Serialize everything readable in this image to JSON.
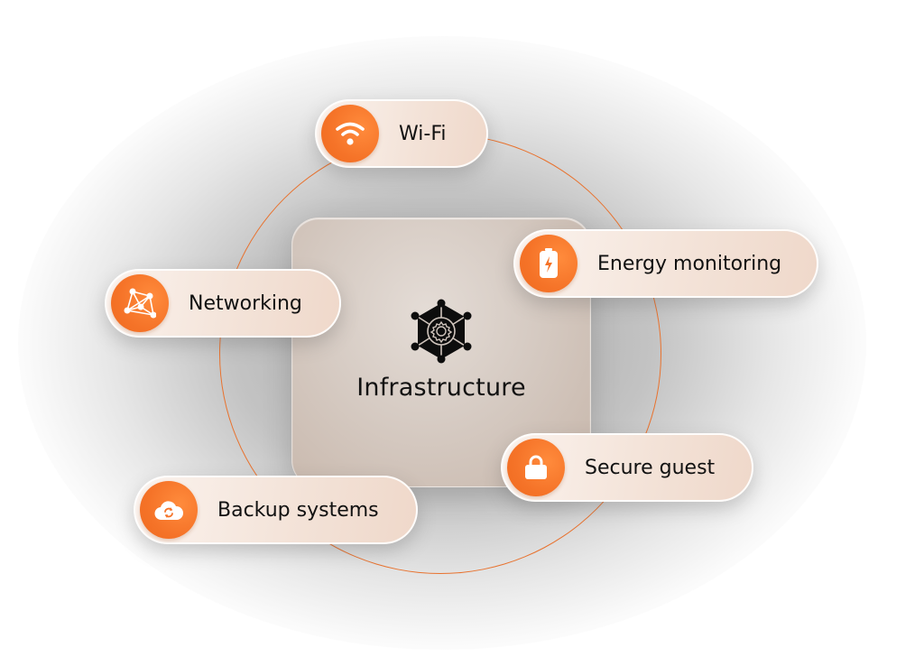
{
  "diagram": {
    "center": {
      "title": "Infrastructure",
      "icon": "hexagon-gear-network-icon"
    },
    "accent_color": "#f57328",
    "ring_color": "#e8722e",
    "items": [
      {
        "label": "Wi-Fi",
        "icon": "wifi-icon"
      },
      {
        "label": "Energy monitoring",
        "icon": "battery-charging-icon"
      },
      {
        "label": "Networking",
        "icon": "network-nodes-icon"
      },
      {
        "label": "Secure guest",
        "icon": "lock-icon"
      },
      {
        "label": "Backup systems",
        "icon": "cloud-sync-icon"
      }
    ]
  }
}
